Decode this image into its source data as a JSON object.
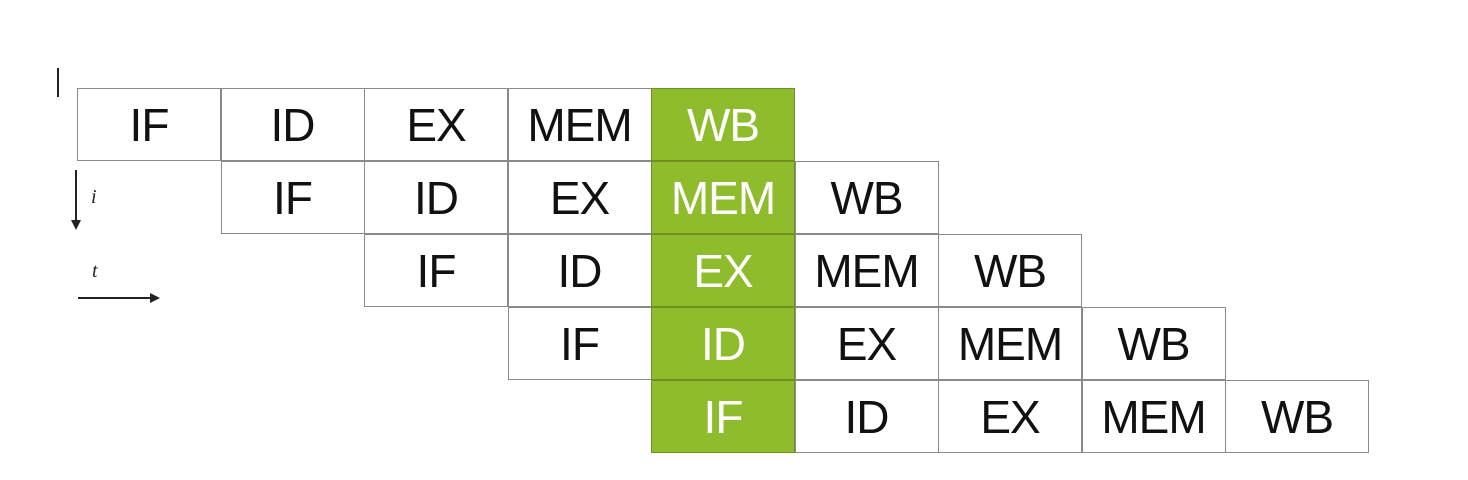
{
  "diagram": {
    "rows": [
      [
        "IF",
        "ID",
        "EX",
        "MEM",
        "WB"
      ],
      [
        "IF",
        "ID",
        "EX",
        "MEM",
        "WB"
      ],
      [
        "IF",
        "ID",
        "EX",
        "MEM",
        "WB"
      ],
      [
        "IF",
        "ID",
        "EX",
        "MEM",
        "WB"
      ],
      [
        "IF",
        "ID",
        "EX",
        "MEM",
        "WB"
      ]
    ],
    "highlight_column": 4,
    "highlight_color": "#8fbc2c",
    "marker_color": "#1a1aff",
    "axis_labels": {
      "instructions": "i",
      "time": "t"
    }
  }
}
